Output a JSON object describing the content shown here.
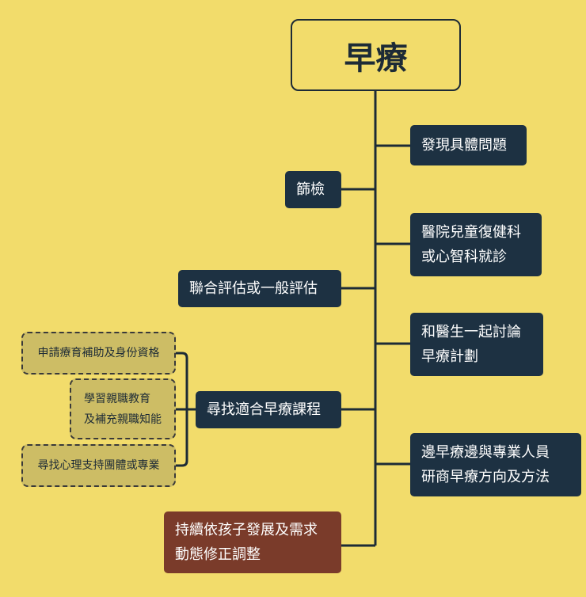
{
  "root": {
    "label": "早療"
  },
  "right_steps": [
    {
      "label": "發現具體問題"
    },
    {
      "label": "醫院兒童復健科\n或心智科就診"
    },
    {
      "label": "和醫生一起討論\n早療計劃"
    },
    {
      "label": "邊早療邊與專業人員\n研商早療方向及方法"
    }
  ],
  "left_steps": [
    {
      "label": "篩檢"
    },
    {
      "label": "聯合評估或一般評估"
    },
    {
      "label": "尋找適合早療課程"
    }
  ],
  "sub_items": [
    {
      "label": "申請療育補助及身份資格"
    },
    {
      "label": "學習親職教育\n及補充親職知能"
    },
    {
      "label": "尋找心理支持團體或專業"
    }
  ],
  "final_step": {
    "label": "持續依孩子發展及需求\n動態修正調整"
  },
  "colors": {
    "background": "#f2dc6b",
    "line": "#1d2b36",
    "dark_node": "#1d3142",
    "final_node": "#7a3b2a",
    "sub_node": "#cdbd65"
  }
}
